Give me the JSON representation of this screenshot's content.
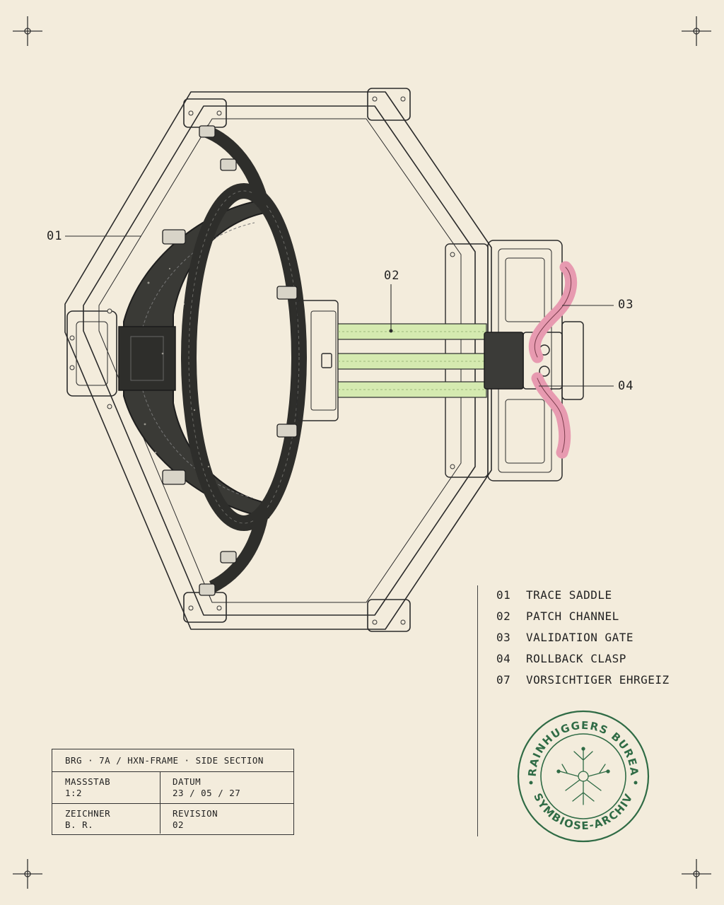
{
  "callouts": [
    {
      "id": "01"
    },
    {
      "id": "02"
    },
    {
      "id": "03"
    },
    {
      "id": "04"
    }
  ],
  "legend": {
    "items": [
      {
        "num": "01",
        "label": "TRACE SADDLE"
      },
      {
        "num": "02",
        "label": "PATCH CHANNEL"
      },
      {
        "num": "03",
        "label": "VALIDATION GATE"
      },
      {
        "num": "04",
        "label": "ROLLBACK CLASP"
      },
      {
        "num": "07",
        "label": "VORSICHTIGER EHRGEIZ"
      }
    ]
  },
  "title_block": {
    "header": "BRG · 7A / HXN-FRAME · SIDE SECTION",
    "scale_label": "MASSSTAB",
    "scale_value": "1:2",
    "date_label": "DATUM",
    "date_value": "23 / 05 / 27",
    "drafter_label": "ZEICHNER",
    "drafter_value": "B. R.",
    "revision_label": "REVISION",
    "revision_value": "02"
  },
  "stamp": {
    "top_text": "BRAINHUGGERS BUREAU",
    "bottom_text": "SYMBIOSE-ARCHIV",
    "color": "#2f6b45"
  },
  "colors": {
    "paper": "#f3ecdc",
    "ink": "#2a2a2a",
    "harness": "#3a3a36",
    "channel_green": "#d5eab0",
    "gate_pink": "#e79ab0"
  },
  "icons": [
    "registration-mark-icon",
    "neural-tree-icon"
  ]
}
